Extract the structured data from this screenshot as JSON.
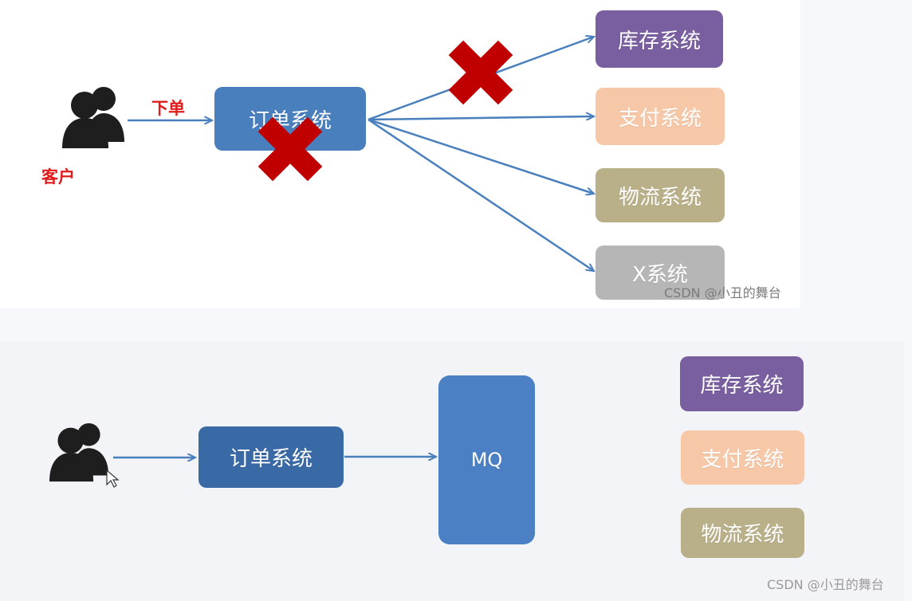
{
  "top_diagram": {
    "customer_label": "客户",
    "order_action_label": "下单",
    "order_system": "订单系统",
    "targets": [
      {
        "label": "库存系统",
        "color": "#7a5fa0"
      },
      {
        "label": "支付系统",
        "color": "#f6c8a8"
      },
      {
        "label": "物流系统",
        "color": "#b9b08a"
      },
      {
        "label": "X系统",
        "color": "#b6b6b6"
      }
    ],
    "failure_marks": [
      "x-cross-icon",
      "x-cross-icon"
    ],
    "watermark": "CSDN @小丑的舞台"
  },
  "bottom_diagram": {
    "order_system": "订单系统",
    "queue": "MQ",
    "targets": [
      {
        "label": "库存系统",
        "color": "#7a5fa0"
      },
      {
        "label": "支付系统",
        "color": "#f6c8a8"
      },
      {
        "label": "物流系统",
        "color": "#b9b08a"
      }
    ],
    "watermark": "CSDN @小丑的舞台"
  },
  "colors": {
    "arrow": "#4a7fbe",
    "cross": "#c00000",
    "user_icon": "#1e1e1e",
    "highlight_text": "#e21c1c"
  },
  "icons": {
    "customer": "users-icon",
    "cursor": "mouse-pointer-icon"
  }
}
